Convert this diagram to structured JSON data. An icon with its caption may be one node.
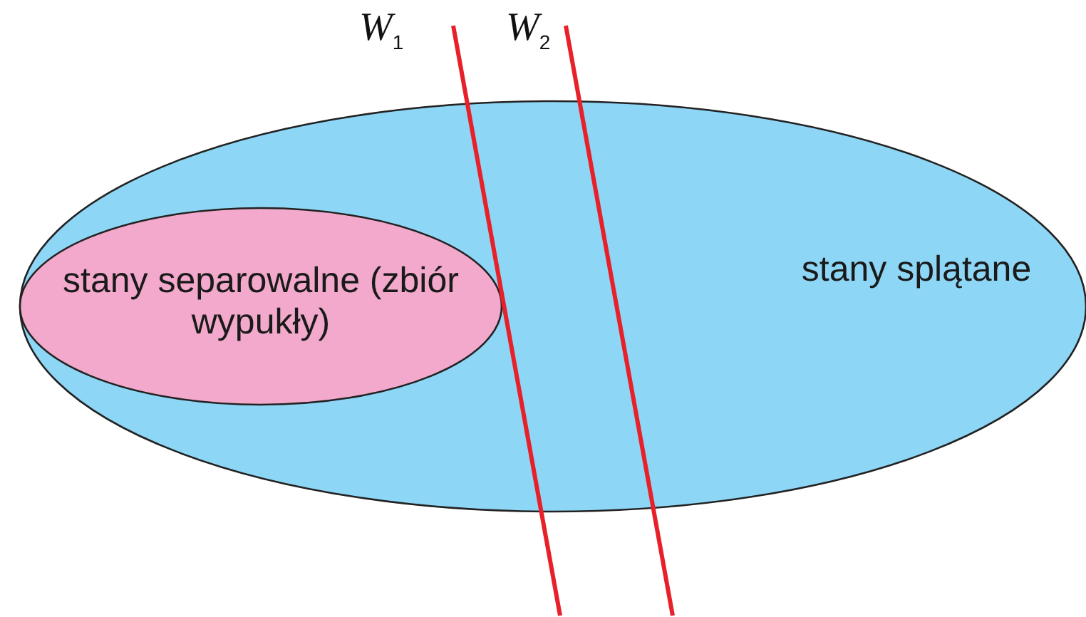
{
  "diagram": {
    "nodes": [
      {
        "text": [
          "stany splątane"
        ]
      },
      {
        "text": [
          "stany separowalne (zbiór wypukły)"
        ],
        "in": 0
      }
    ],
    "labels": [
      "W$_{1}$",
      "W$_{2}$"
    ]
  }
}
